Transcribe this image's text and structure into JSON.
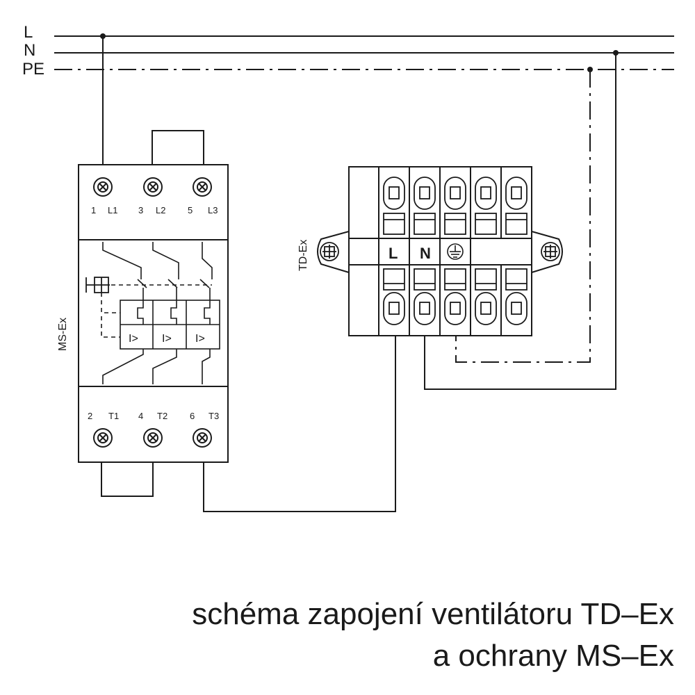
{
  "buses": {
    "l": "L",
    "n": "N",
    "pe": "PE"
  },
  "ms_ex": {
    "label": "MS-Ex",
    "top_terminals": [
      {
        "num": "1",
        "name": "L1"
      },
      {
        "num": "3",
        "name": "L2"
      },
      {
        "num": "5",
        "name": "L3"
      }
    ],
    "bottom_terminals": [
      {
        "num": "2",
        "name": "T1"
      },
      {
        "num": "4",
        "name": "T2"
      },
      {
        "num": "6",
        "name": "T3"
      }
    ],
    "trip_symbol": "I>"
  },
  "td_ex": {
    "label": "TD-Ex",
    "terminal_labels": [
      "L",
      "N"
    ]
  },
  "caption": {
    "line1": "schéma zapojení ventilátoru TD–Ex",
    "line2": "a  ochrany MS–Ex"
  }
}
